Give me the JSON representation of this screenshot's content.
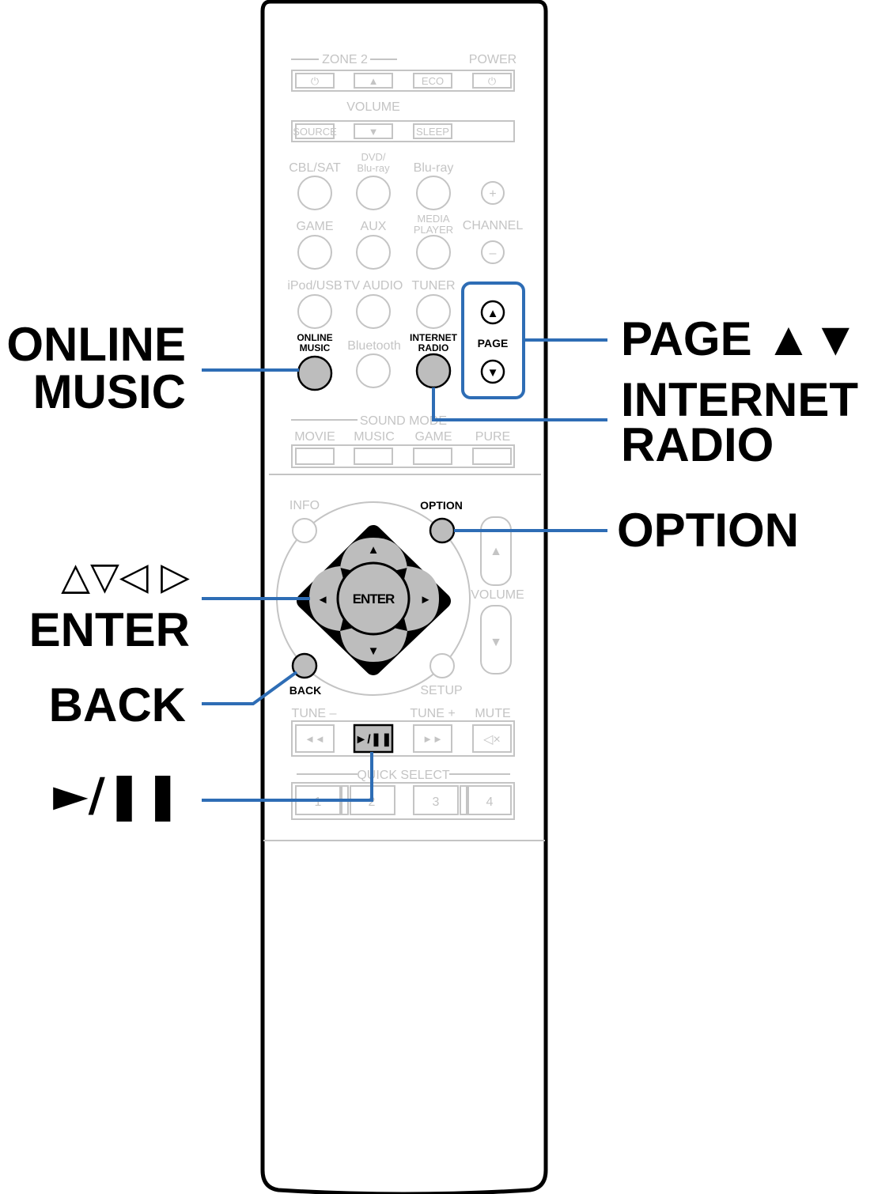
{
  "callouts": {
    "online_music": [
      "ONLINE",
      "MUSIC"
    ],
    "page": "PAGE ▲▼",
    "internet_radio": [
      "INTERNET",
      "RADIO"
    ],
    "option": "OPTION",
    "arrows": "△▽◁ ▷",
    "enter": "ENTER",
    "back": "BACK",
    "play_pause": "►/❚❚"
  },
  "remote": {
    "zone2": "ZONE 2",
    "power": "POWER",
    "eco": "ECO",
    "volume": "VOLUME",
    "source": "SOURCE",
    "sleep": "SLEEP",
    "cbl_sat": "CBL/SAT",
    "dvd": [
      "DVD/",
      "Blu-ray"
    ],
    "bluray": "Blu-ray",
    "game": "GAME",
    "aux": "AUX",
    "media_player": [
      "MEDIA",
      "PLAYER"
    ],
    "channel": "CHANNEL",
    "ipod_usb": "iPod/USB",
    "tv_audio": "TV AUDIO",
    "tuner": "TUNER",
    "online_music": [
      "ONLINE",
      "MUSIC"
    ],
    "bluetooth": "Bluetooth",
    "internet_radio": [
      "INTERNET",
      "RADIO"
    ],
    "page": "PAGE",
    "sound_mode": "SOUND MODE",
    "movie": "MOVIE",
    "music": "MUSIC",
    "game_mode": "GAME",
    "pure": "PURE",
    "info": "INFO",
    "option": "OPTION",
    "enter": "ENTER",
    "volume_side": "VOLUME",
    "back": "BACK",
    "setup": "SETUP",
    "tune_minus": "TUNE –",
    "tune_plus": "TUNE +",
    "mute": "MUTE",
    "play_pause": "►/❚❚",
    "quick_select": "QUICK SELECT",
    "qs": [
      "1",
      "2",
      "3",
      "4"
    ]
  },
  "colors": {
    "leader": "#2e6db5",
    "highlight_button": "#bdbdbd",
    "faint": "#c4c4c4"
  }
}
